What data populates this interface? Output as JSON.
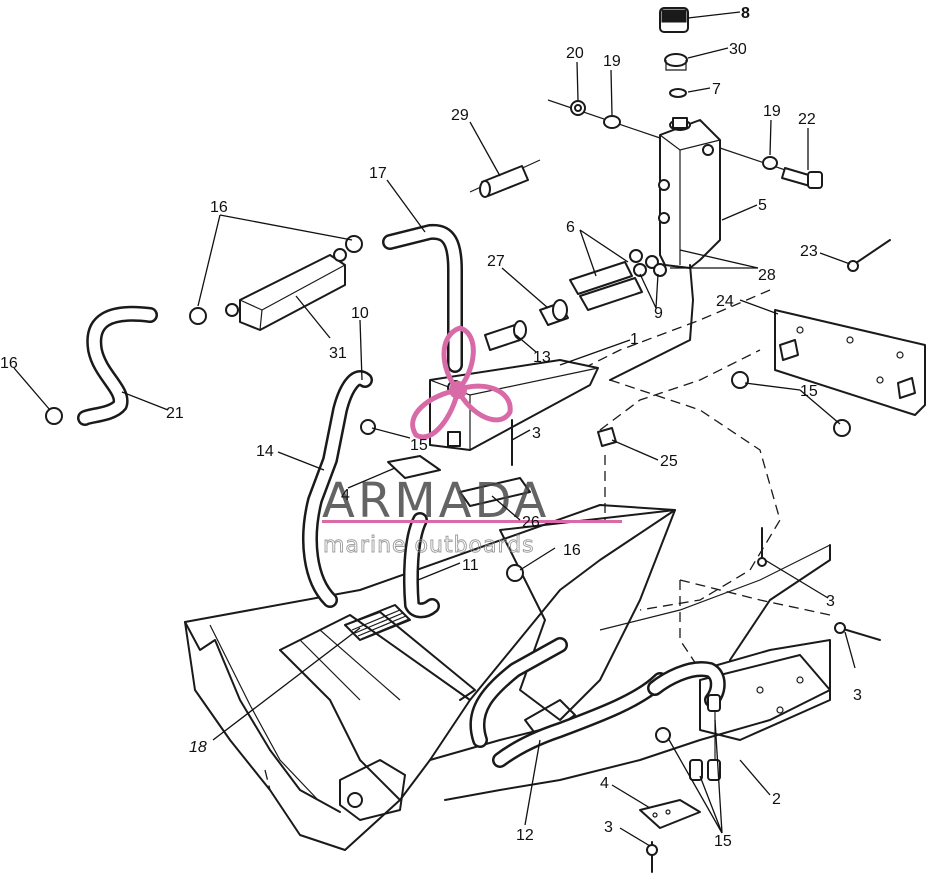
{
  "watermark": {
    "title": "ARMADA",
    "subtitle": "marine outboards",
    "accent_color": "#d86aa8",
    "text_color": "#4a4a4a",
    "logo_icon": "propeller-icon"
  },
  "callouts": [
    {
      "id": "c8",
      "label": "8"
    },
    {
      "id": "c30",
      "label": "30"
    },
    {
      "id": "c7",
      "label": "7"
    },
    {
      "id": "c20",
      "label": "20"
    },
    {
      "id": "c19a",
      "label": "19"
    },
    {
      "id": "c19b",
      "label": "19"
    },
    {
      "id": "c22",
      "label": "22"
    },
    {
      "id": "c29",
      "label": "29"
    },
    {
      "id": "c5",
      "label": "5"
    },
    {
      "id": "c6",
      "label": "6"
    },
    {
      "id": "c17",
      "label": "17"
    },
    {
      "id": "c16a",
      "label": "16"
    },
    {
      "id": "c27",
      "label": "27"
    },
    {
      "id": "c28",
      "label": "28"
    },
    {
      "id": "c23",
      "label": "23"
    },
    {
      "id": "c9",
      "label": "9"
    },
    {
      "id": "c24",
      "label": "24"
    },
    {
      "id": "c10",
      "label": "10"
    },
    {
      "id": "c31",
      "label": "31"
    },
    {
      "id": "c13",
      "label": "13"
    },
    {
      "id": "c1",
      "label": "1"
    },
    {
      "id": "c16b",
      "label": "16"
    },
    {
      "id": "c21",
      "label": "21"
    },
    {
      "id": "c15a",
      "label": "15"
    },
    {
      "id": "c15b",
      "label": "15"
    },
    {
      "id": "c3a",
      "label": "3"
    },
    {
      "id": "c14",
      "label": "14"
    },
    {
      "id": "c25",
      "label": "25"
    },
    {
      "id": "c4a",
      "label": "4"
    },
    {
      "id": "c26",
      "label": "26"
    },
    {
      "id": "c16c",
      "label": "16"
    },
    {
      "id": "c11",
      "label": "11"
    },
    {
      "id": "c3b",
      "label": "3"
    },
    {
      "id": "c3c",
      "label": "3"
    },
    {
      "id": "c18",
      "label": "18"
    },
    {
      "id": "c2",
      "label": "2"
    },
    {
      "id": "c4b",
      "label": "4"
    },
    {
      "id": "c12",
      "label": "12"
    },
    {
      "id": "c3d",
      "label": "3"
    },
    {
      "id": "c15c",
      "label": "15"
    }
  ]
}
